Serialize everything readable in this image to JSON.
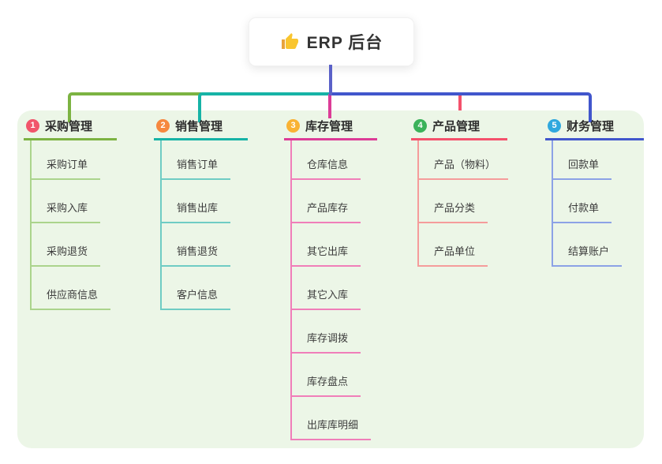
{
  "root": {
    "title": "ERP 后台",
    "icon": "thumbs-up-icon",
    "card_bg": "#FFFFFF",
    "connector_color": "#5A61C8"
  },
  "canvas": {
    "background_color": "#ECF6E7"
  },
  "branches": [
    {
      "number": "1",
      "title": "采购管理",
      "badge_color": "#F1556B",
      "line_color": "#7CB342",
      "item_line_color": "#ABD48C",
      "items": [
        "采购订单",
        "采购入库",
        "采购退货",
        "供应商信息"
      ]
    },
    {
      "number": "2",
      "title": "销售管理",
      "badge_color": "#F6883F",
      "line_color": "#16B3A6",
      "item_line_color": "#6FCCC4",
      "items": [
        "销售订单",
        "销售出库",
        "销售退货",
        "客户信息"
      ]
    },
    {
      "number": "3",
      "title": "库存管理",
      "badge_color": "#F9B234",
      "line_color": "#DC3C97",
      "item_line_color": "#F07EB9",
      "items": [
        "仓库信息",
        "产品库存",
        "其它出库",
        "其它入库",
        "库存调拨",
        "库存盘点",
        "出库库明细"
      ]
    },
    {
      "number": "4",
      "title": "产品管理",
      "badge_color": "#3BB25A",
      "line_color": "#F4516C",
      "item_line_color": "#F59C9B",
      "items": [
        "产品（物料）",
        "产品分类",
        "产品单位"
      ]
    },
    {
      "number": "5",
      "title": "财务管理",
      "badge_color": "#30A8DE",
      "line_color": "#4156CC",
      "item_line_color": "#8CA2E6",
      "items": [
        "回款单",
        "付款单",
        "结算账户"
      ]
    }
  ]
}
